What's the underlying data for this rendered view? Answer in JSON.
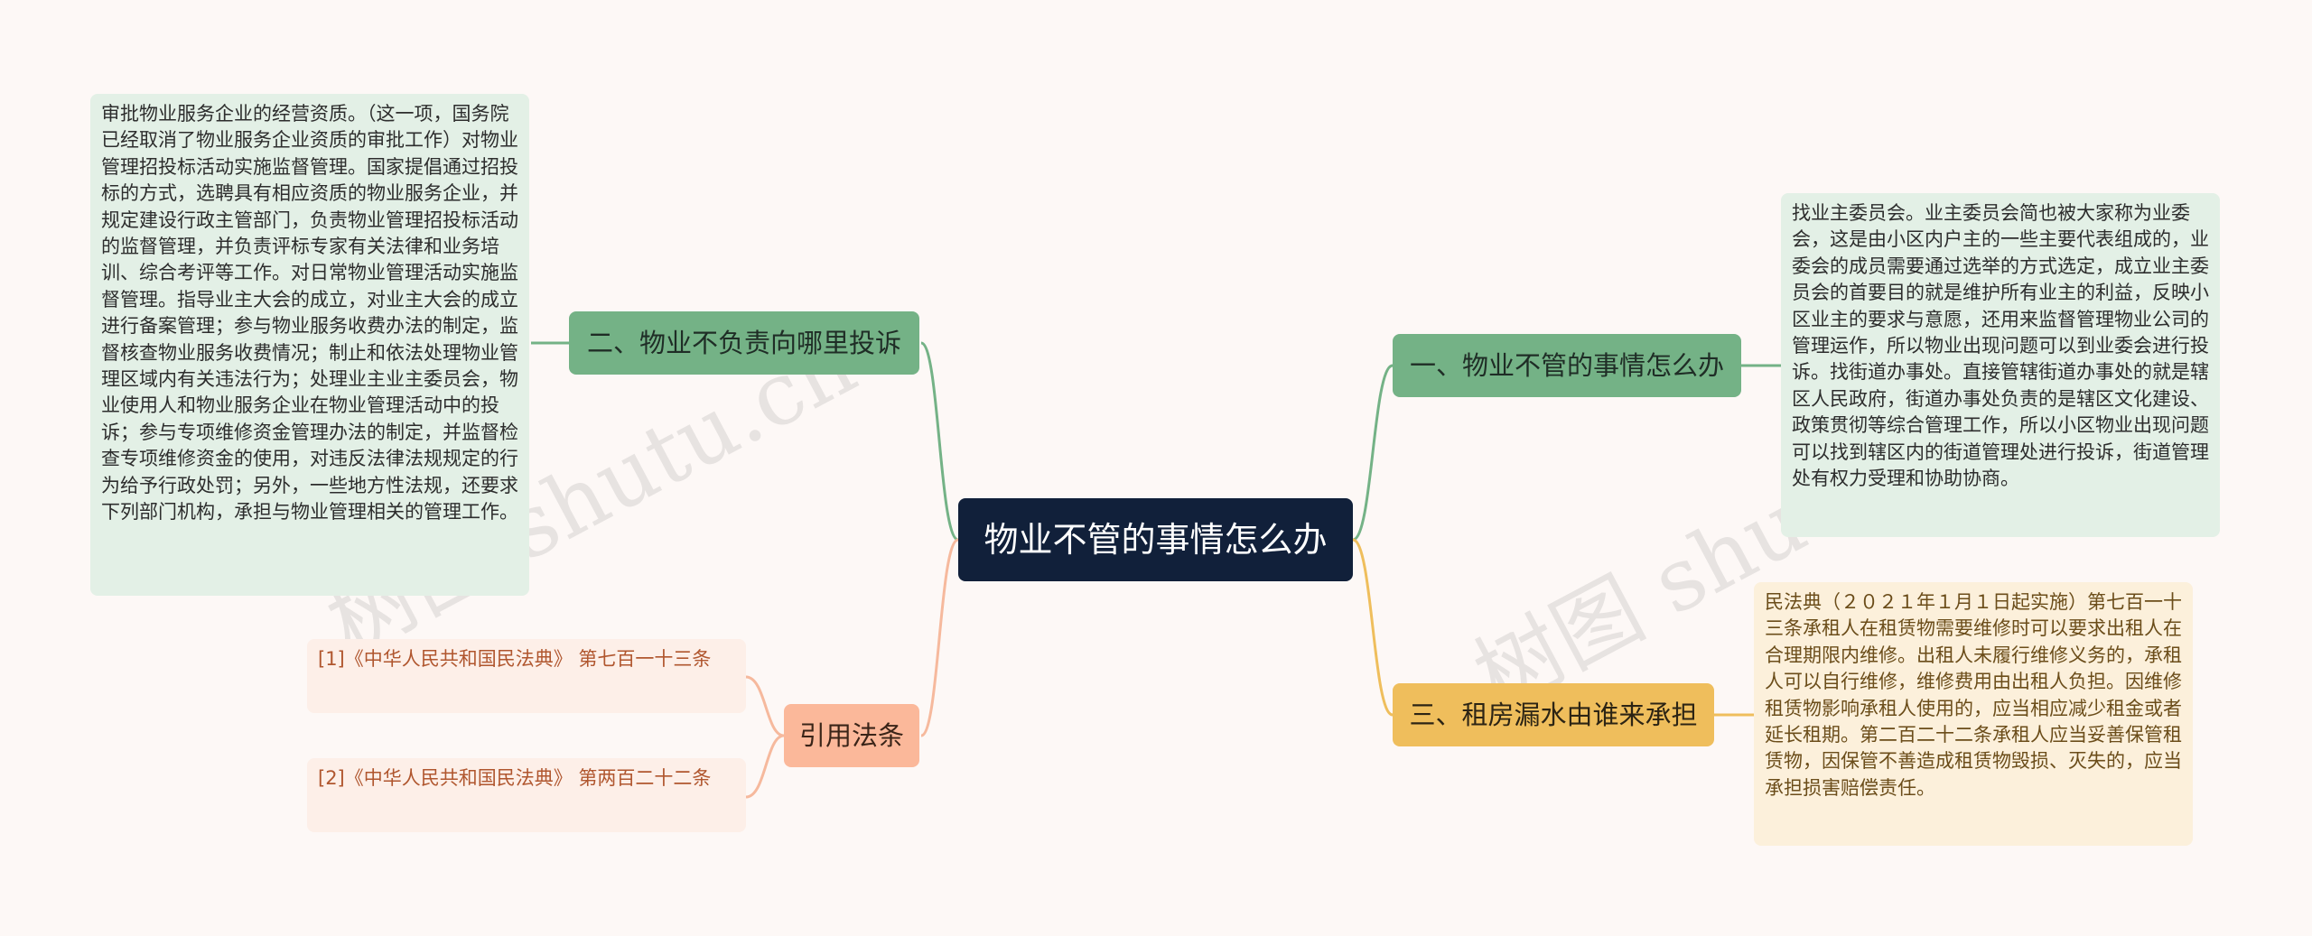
{
  "root": {
    "label": "物业不管的事情怎么办"
  },
  "branches": {
    "complaint": {
      "label": "二、物业不负责向哪里投诉"
    },
    "law": {
      "label": "引用法条"
    },
    "property": {
      "label": "一、物业不管的事情怎么办"
    },
    "leak": {
      "label": "三、租房漏水由谁来承担"
    }
  },
  "leaves": {
    "complaint_detail": "审批物业服务企业的经营资质。（这一项，国务院已经取消了物业服务企业资质的审批工作）对物业管理招投标活动实施监督管理。国家提倡通过招投标的方式，选聘具有相应资质的物业服务企业，并规定建设行政主管部门，负责物业管理招投标活动的监督管理，并负责评标专家有关法律和业务培训、综合考评等工作。对日常物业管理活动实施监督管理。指导业主大会的成立，对业主大会的成立进行备案管理；参与物业服务收费办法的制定，监督核查物业服务收费情况；制止和依法处理物业管理区域内有关违法行为；处理业主业主委员会，物业使用人和物业服务企业在物业管理活动中的投诉；参与专项维修资金管理办法的制定，并监督检查专项维修资金的使用，对违反法律法规规定的行为给予行政处罚；另外，一些地方性法规，还要求下列部门机构，承担与物业管理相关的管理工作。",
    "law_ref_1": "[1]《中华人民共和国民法典》 第七百一十三条",
    "law_ref_2": "[2]《中华人民共和国民法典》 第两百二十二条",
    "property_detail": "找业主委员会。业主委员会简也被大家称为业委会，这是由小区内户主的一些主要代表组成的，业委会的成员需要通过选举的方式选定，成立业主委员会的首要目的就是维护所有业主的利益，反映小区业主的要求与意愿，还用来监督管理物业公司的管理运作，所以物业出现问题可以到业委会进行投诉。找街道办事处。直接管辖街道办事处的就是辖区人民政府，街道办事处负责的是辖区文化建设、政策贯彻等综合管理工作，所以小区物业出现问题可以找到辖区内的街道管理处进行投诉，街道管理处有权力受理和协助协商。",
    "leak_detail": "民法典（２０２１年１月１日起实施）第七百一十三条承租人在租赁物需要维修时可以要求出租人在合理期限内维修。出租人未履行维修义务的，承租人可以自行维修，维修费用由出租人负担。因维修租赁物影响承租人使用的，应当相应减少租金或者延长租期。第二百二十二条承租人应当妥善保管租赁物，因保管不善造成租赁物毁损、灭失的，应当承担损害赔偿责任。"
  },
  "watermark": {
    "left": "树图 shutu.cn",
    "right": "树图 shutu.cn"
  },
  "colors": {
    "root": "#11203a",
    "branch_green": "#74b286",
    "branch_yellow": "#efbe5c",
    "branch_peach": "#fbb89a",
    "link_green": "#74b286",
    "link_yellow": "#efbe5c",
    "link_peach": "#f6b99d"
  }
}
